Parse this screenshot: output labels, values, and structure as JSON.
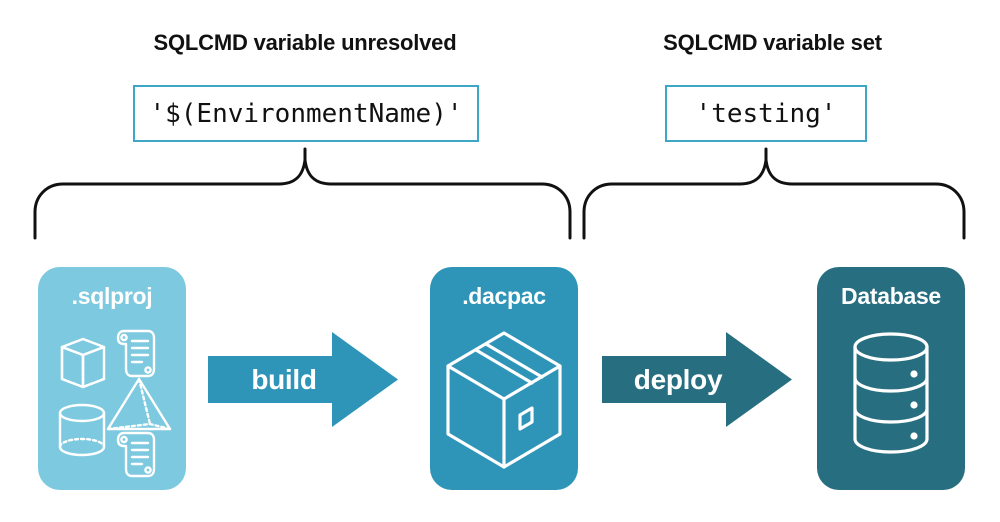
{
  "headings": {
    "left": "SQLCMD variable unresolved",
    "right": "SQLCMD variable set"
  },
  "code_boxes": {
    "left_value": "'$(EnvironmentName)'",
    "right_value": "'testing'"
  },
  "stages": [
    {
      "id": "sqlproj",
      "label": ".sqlproj",
      "fill": "#7DC9E0",
      "icons": [
        "cube-icon",
        "scroll-icon",
        "pyramid-icon",
        "cylinder-icon",
        "scroll-icon"
      ]
    },
    {
      "id": "dacpac",
      "label": ".dacpac",
      "fill": "#2E95B8",
      "icons": [
        "package-box-icon"
      ]
    },
    {
      "id": "database",
      "label": "Database",
      "fill": "#276F80",
      "icons": [
        "database-cylinder-icon"
      ]
    }
  ],
  "arrows": [
    {
      "id": "build",
      "label": "build",
      "fill": "#2E95B8"
    },
    {
      "id": "deploy",
      "label": "deploy",
      "fill": "#276F80"
    }
  ],
  "braces": {
    "left_span_label": "SQLCMD variable unresolved",
    "right_span_label": "SQLCMD variable set",
    "stroke": "#111111"
  },
  "colors": {
    "accent_light": "#7DC9E0",
    "accent_medium": "#2E95B8",
    "accent_dark": "#276F80",
    "code_border": "#3FA7C6",
    "text": "#111111",
    "background": "#ffffff"
  }
}
